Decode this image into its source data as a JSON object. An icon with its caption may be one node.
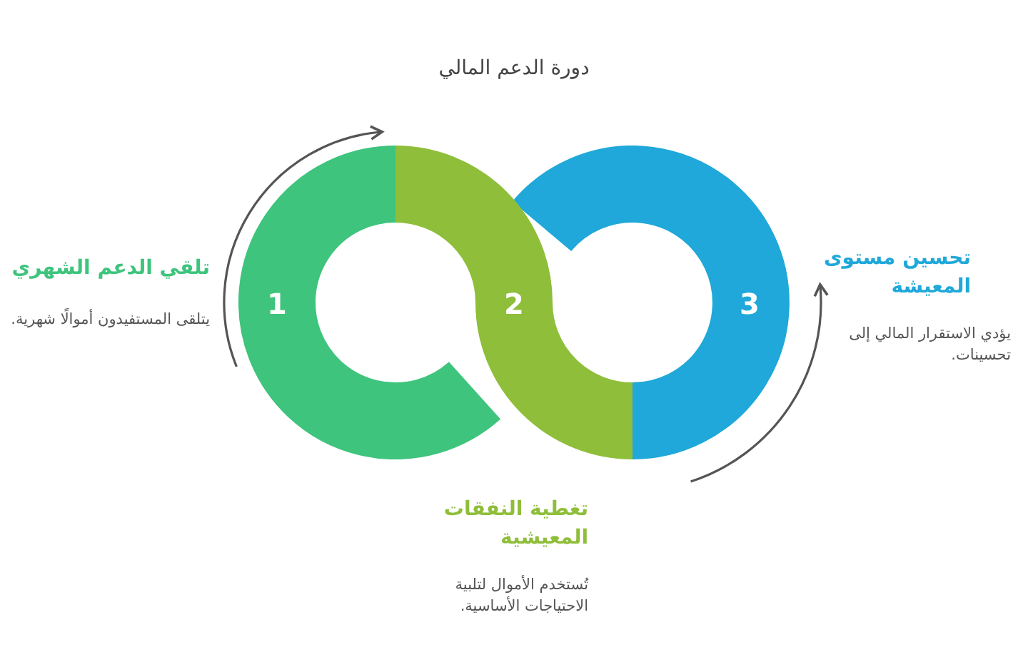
{
  "diagram": {
    "title": "دورة الدعم المالي",
    "nodes": [
      {
        "text": [
          "1"
        ],
        "beside": [
          "تلقي الدعم الشهري",
          "يتلقى المستفيدون أموالًا شهرية."
        ]
      },
      {
        "text": [
          "2"
        ],
        "beside": [
          "تغطية النفقات المعيشية",
          "تُستخدم الأموال لتلبية الاحتياجات الأساسية."
        ]
      },
      {
        "text": [
          "3"
        ],
        "beside": [
          "تحسين مستوى المعيشة",
          "يؤدي الاستقرار المالي إلى تحسينات."
        ]
      }
    ],
    "edges": [
      {
        "from": null,
        "to": 0,
        "arrow": "to"
      },
      {
        "from": null,
        "to": 2,
        "arrow": "to"
      }
    ]
  }
}
